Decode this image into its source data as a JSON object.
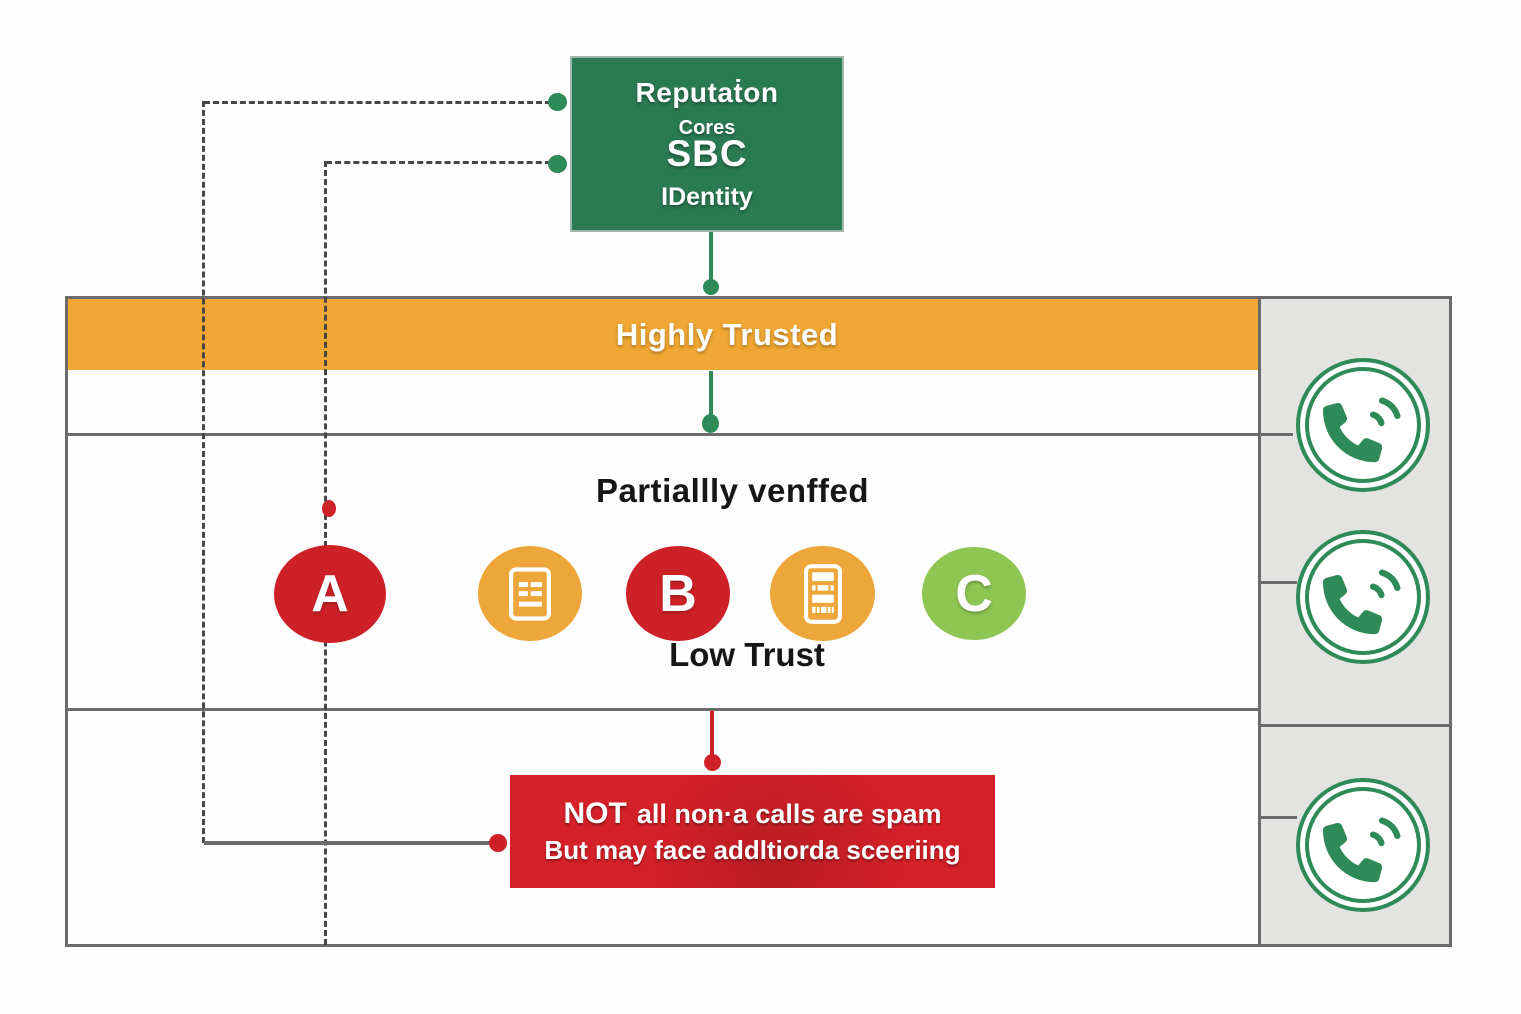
{
  "reputation_box": {
    "title": "Reputaṫon",
    "subtitle": "Cores",
    "system": "SBC",
    "identity": "IDentity"
  },
  "trust_table": {
    "banner_label": "Highly Trusted",
    "partially_verified_label": "Partiallly venffed",
    "low_trust_label": "Low Trust",
    "attestation_badges": [
      {
        "label": "A",
        "color": "#ce2127"
      },
      {
        "label": "",
        "color": "#eda63a",
        "icon": "document-icon"
      },
      {
        "label": "B",
        "color": "#ce2127"
      },
      {
        "label": "",
        "color": "#eda63a",
        "icon": "calculator-icon"
      },
      {
        "label": "C",
        "color": "#8dc653"
      }
    ]
  },
  "alert_box": {
    "line1_emphasis": "NOT",
    "line1": "all non·a calls are spam",
    "line2": "But may face addltiorda sceeriing"
  },
  "sidebar": {
    "icons": [
      "phone-icon",
      "phone-icon",
      "phone-icon"
    ]
  },
  "colors": {
    "green_box": "#2b7b52",
    "connector_green": "#2e8b57",
    "banner_orange": "#f0a733",
    "alert_red": "#ce2127",
    "badge_light_green": "#8dc653",
    "sidebar_gray": "#e3e3e1",
    "border_gray": "#6b6b6b",
    "dash_gray": "#474747"
  }
}
